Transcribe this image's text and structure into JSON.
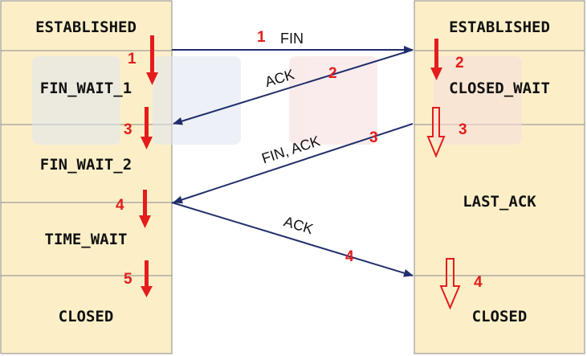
{
  "client": {
    "states": [
      "ESTABLISHED",
      "FIN_WAIT_1",
      "FIN_WAIT_2",
      "TIME_WAIT",
      "CLOSED"
    ]
  },
  "server": {
    "states": [
      "ESTABLISHED",
      "CLOSED_WAIT",
      "LAST_ACK",
      "CLOSED"
    ]
  },
  "messages": [
    {
      "label": "FIN",
      "step": "1",
      "direction": "client-to-server"
    },
    {
      "label": "ACK",
      "step": "2",
      "direction": "server-to-client"
    },
    {
      "label": "FIN, ACK",
      "step": "3",
      "direction": "server-to-client"
    },
    {
      "label": "ACK",
      "step": "4",
      "direction": "client-to-server"
    }
  ],
  "client_steps": [
    "1",
    "3",
    "4",
    "5"
  ],
  "server_steps": [
    "2",
    "3",
    "4"
  ],
  "colors": {
    "box_fill": "#fcefc8",
    "box_border": "#8a8a8a",
    "arrow": "#1f2e6b",
    "step_red": "#e41c1c",
    "watermark_blue": "#dfe6f2",
    "watermark_red": "#f6dcdc"
  }
}
